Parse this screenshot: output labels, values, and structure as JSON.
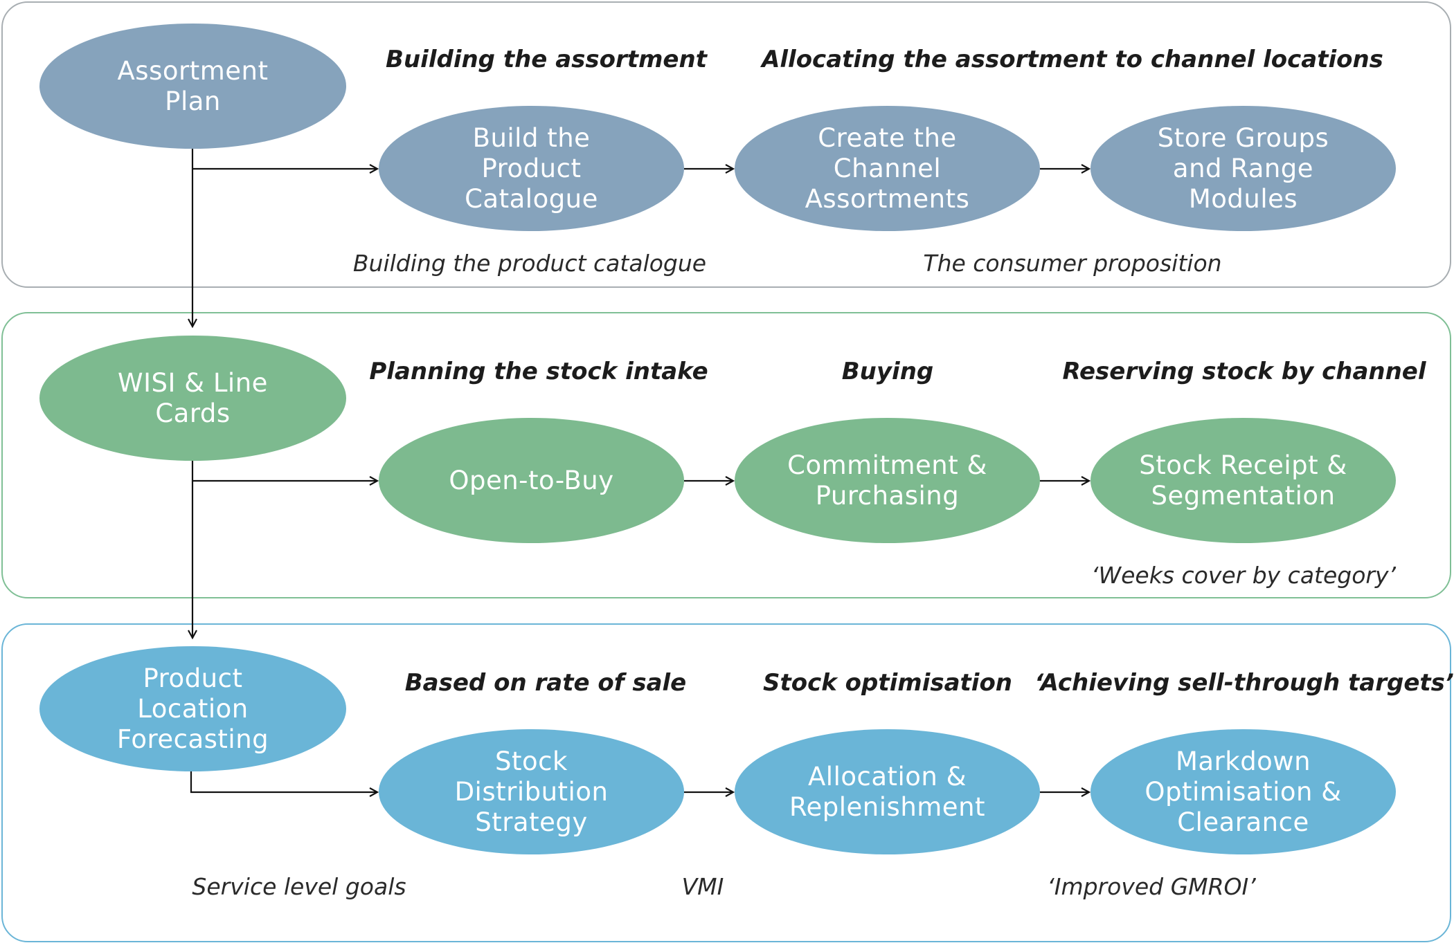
{
  "colors": {
    "tier1": "#86a3bc",
    "tier2": "#7dba8f",
    "tier3": "#6ab5d7",
    "tier1_border": "#a8aeb2",
    "tier2_border": "#7fbf95",
    "tier3_border": "#6ab5d7",
    "arrow": "#111111"
  },
  "tier1": {
    "start": "Assortment\nPlan",
    "headings": [
      "Building the assortment",
      "Allocating the assortment to channel locations"
    ],
    "steps": [
      "Build the\nProduct\nCatalogue",
      "Create the\nChannel\nAssortments",
      "Store Groups\nand Range\nModules"
    ],
    "notes": [
      "Building the product catalogue",
      "The consumer proposition"
    ]
  },
  "tier2": {
    "start": "WISI & Line\nCards",
    "headings": [
      "Planning the stock intake",
      "Buying",
      "Reserving stock by channel"
    ],
    "steps": [
      "Open-to-Buy",
      "Commitment &\nPurchasing",
      "Stock Receipt &\nSegmentation"
    ],
    "notes": [
      "‘Weeks cover by category’"
    ]
  },
  "tier3": {
    "start": "Product\nLocation\nForecasting",
    "headings": [
      "Based on rate of sale",
      "Stock optimisation",
      "‘Achieving sell-through targets’"
    ],
    "steps": [
      "Stock\nDistribution\nStrategy",
      "Allocation &\nReplenishment",
      "Markdown\nOptimisation &\nClearance"
    ],
    "notes": [
      "Service level goals",
      "VMI",
      "‘Improved GMROI’"
    ]
  }
}
